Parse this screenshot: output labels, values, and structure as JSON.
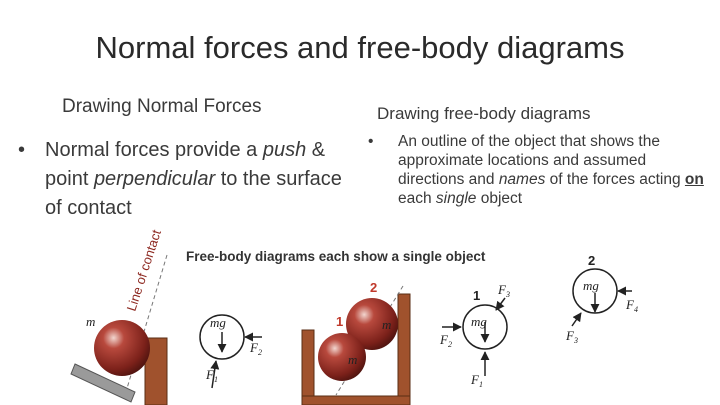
{
  "title": "Normal forces and free-body diagrams",
  "left": {
    "heading": "Drawing Normal Forces",
    "bullet": "•",
    "text_before": "Normal forces provide a ",
    "text_push": "push",
    "text_mid": " & point ",
    "text_perp": "perpendicular",
    "text_after": " to the surface of contact"
  },
  "right": {
    "heading": "Drawing free-body diagrams",
    "bullet": "•",
    "text_1": "An outline of the object that shows the approximate locations and assumed directions and ",
    "text_names": "names",
    "text_2": " of the forces acting ",
    "text_on": "on",
    "text_3": " each ",
    "text_single": "single",
    "text_4": " object"
  },
  "figure": {
    "caption": "Free-body diagrams each show a single object",
    "line_of_contact": "Line of contact",
    "labels": {
      "m": "m",
      "mg": "mg",
      "F": "F",
      "sub1": "1",
      "sub2": "2",
      "sub3": "3",
      "sub4": "4",
      "num1": "1",
      "num2": "2"
    },
    "colors": {
      "ball": "#8e2a22",
      "wall": "#a0522d",
      "number_red": "#c0392b"
    }
  }
}
